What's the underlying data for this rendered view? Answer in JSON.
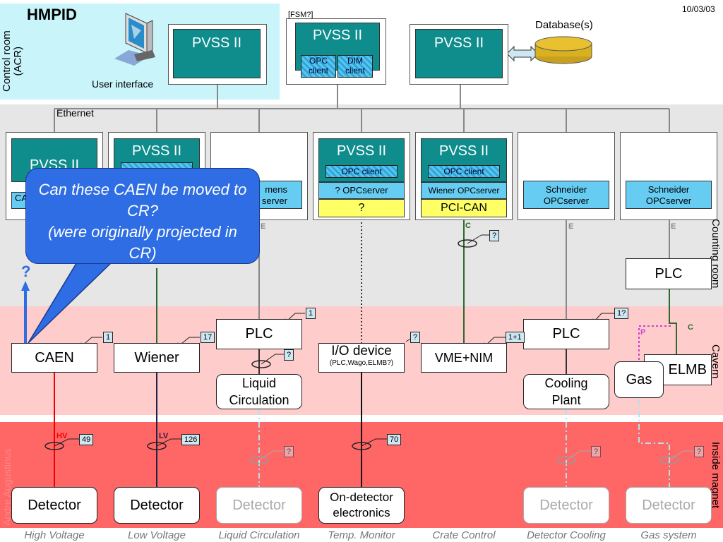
{
  "header": {
    "title": "HMPID",
    "date": "10/03/03"
  },
  "zones": {
    "control_room": "Control room\n(ACR)",
    "counting_room": "Counting room",
    "cavern": "Cavern",
    "inside_magnet": "Inside magnet",
    "faint_left": "Andre Augustinus"
  },
  "top": {
    "user_interface": "User interface",
    "pvss": "PVSS II",
    "fsm": "[FSM?]",
    "opc_client": "OPC\nclient",
    "dim_client": "DIM\nclient",
    "database": "Database(s)",
    "ethernet": "Ethernet"
  },
  "crates": {
    "pvss": "PVSS II",
    "c1_pvss_partial": "PVSS II",
    "c1_opc_partial": "CA",
    "c3_opc_partial": "mens\nserver",
    "opc_client": "OPC client",
    "c4_server": "? OPCserver",
    "c4_yellow": "?",
    "c5_server": "Wiener OPCserver",
    "c5_yellow": "PCI-CAN",
    "schneider": "Schneider\nOPCserver"
  },
  "callout": {
    "text": "Can these CAEN be moved to CR?\n(were originally projected in CR)",
    "question": "?"
  },
  "bus_letters": {
    "e": "E",
    "c": "C",
    "p": "P"
  },
  "modules": {
    "caen": "CAEN",
    "wiener": "Wiener",
    "plc": "PLC",
    "io_device": "I/O device",
    "io_sub": "(PLC,Wago,ELMB?)",
    "vme_nim": "VME+NIM",
    "plc2": "PLC",
    "elmb": "ELMB",
    "gas": "Gas",
    "liquid": "Liquid\nCirculation",
    "cooling": "Cooling\nPlant",
    "plc_counting": "PLC"
  },
  "tags": {
    "t1a": "1",
    "t17": "17",
    "t1b": "1",
    "tq1": "?",
    "tq2": "?",
    "tq3": "?",
    "t11": "1+1",
    "t1q": "1?",
    "t49": "49",
    "t126": "126",
    "t70": "70",
    "tq4": "?",
    "tq5": "?",
    "tq6": "?"
  },
  "cable_labels": {
    "hv": "HV",
    "lv": "LV"
  },
  "bottom": {
    "detector": "Detector",
    "on_detector": "On-detector\nelectronics",
    "captions": [
      "High Voltage",
      "Low Voltage",
      "Liquid Circulation",
      "Temp. Monitor",
      "Crate Control",
      "Detector Cooling",
      "Gas system"
    ]
  },
  "colors": {
    "control_room": "#c8f4fa",
    "counting": "#e6e6e6",
    "cavern": "#ffcccc",
    "magnet": "#ff6666",
    "pvss": "#0f8c8c",
    "callout": "#2e6de4",
    "opc": "#66ccf2",
    "yellow": "#ffff66"
  }
}
